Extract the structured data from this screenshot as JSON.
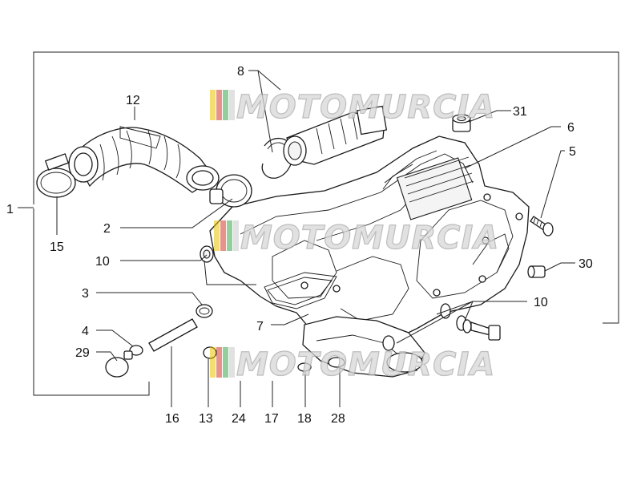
{
  "diagram": {
    "callouts": [
      "1",
      "2",
      "3",
      "4",
      "5",
      "6",
      "7",
      "8",
      "10",
      "10",
      "12",
      "13",
      "15",
      "16",
      "17",
      "18",
      "24",
      "28",
      "29",
      "30",
      "31"
    ],
    "watermark": "MOTOMURCIA",
    "watermark_colors": [
      "#e8c200",
      "#d33a2a",
      "#3aa64a",
      "#c9c9c9"
    ]
  }
}
